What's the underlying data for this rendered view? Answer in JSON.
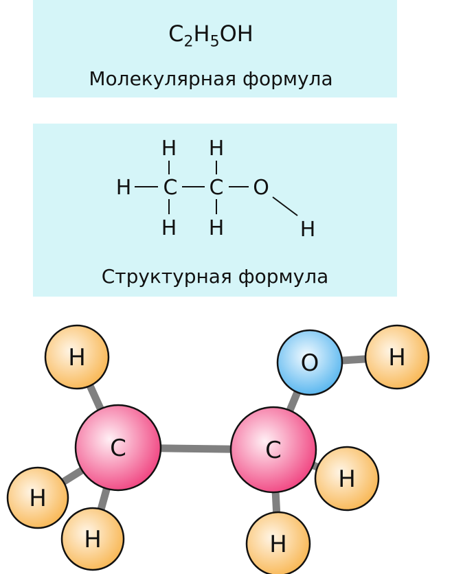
{
  "molecular": {
    "formula_c": "C",
    "sub_c": "2",
    "formula_h": "H",
    "sub_h": "5",
    "formula_oh": "OH",
    "label": "Молекулярная формула"
  },
  "structural": {
    "label": "Структурная формула",
    "atoms": [
      "H",
      "H",
      "H",
      "C",
      "C",
      "O",
      "H",
      "H",
      "H"
    ]
  },
  "model": {
    "atoms": [
      "H",
      "C",
      "H",
      "H",
      "C",
      "O",
      "H",
      "H",
      "H"
    ],
    "colors": {
      "H": "#f8b652",
      "C": "#f0427f",
      "O": "#4fb2ee",
      "bond": "#808080",
      "box": "#d5f5f8"
    }
  }
}
